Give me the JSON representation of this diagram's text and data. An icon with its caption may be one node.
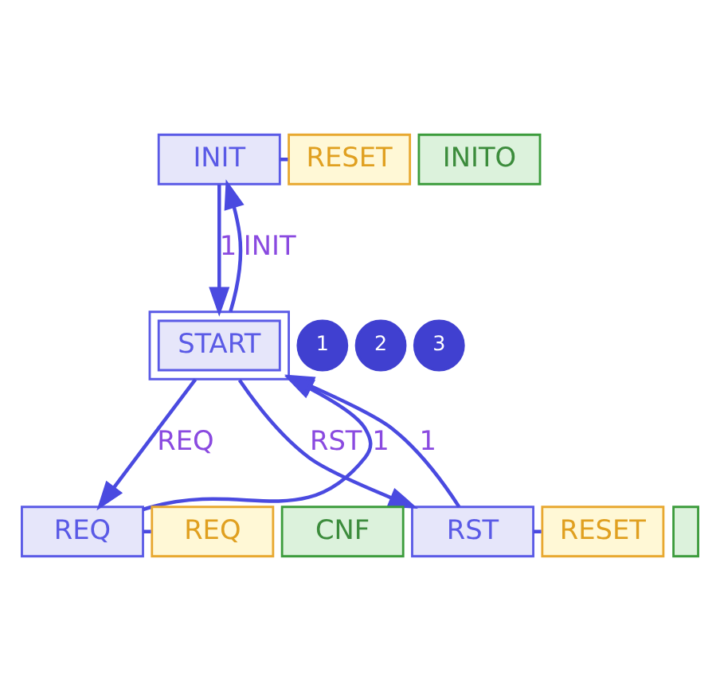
{
  "diagram": {
    "nodes": [
      {
        "text": [
          "START"
        ]
      },
      {
        "text": [
          "INIT"
        ]
      },
      {
        "text": [
          "RESET"
        ]
      },
      {
        "text": [
          "INITO"
        ]
      },
      {
        "text": [
          "REQ"
        ]
      },
      {
        "text": [
          "REQ"
        ]
      },
      {
        "text": [
          "CNF"
        ]
      },
      {
        "text": [
          "RST"
        ]
      },
      {
        "text": [
          "RESET"
        ]
      },
      {
        "text": [],
        "shape": "box"
      }
    ],
    "edges": [
      {
        "from": 0,
        "to": 1,
        "arrow": "to",
        "label": "INIT"
      },
      {
        "from": 1,
        "to": 0,
        "arrow": "to",
        "label": "1"
      },
      {
        "from": 0,
        "to": 4,
        "arrow": "to",
        "label": "REQ"
      },
      {
        "from": 4,
        "to": 0,
        "arrow": "to",
        "label": "1"
      },
      {
        "from": 0,
        "to": 7,
        "arrow": "to",
        "label": "RST"
      },
      {
        "from": 7,
        "to": 0,
        "arrow": "to",
        "label": "1"
      },
      {
        "from": 1,
        "to": 2,
        "arrow": "none"
      },
      {
        "from": 4,
        "to": 5,
        "arrow": "none"
      },
      {
        "from": 7,
        "to": 8,
        "arrow": "none"
      }
    ],
    "labels": [
      "1",
      "2",
      "3"
    ]
  }
}
